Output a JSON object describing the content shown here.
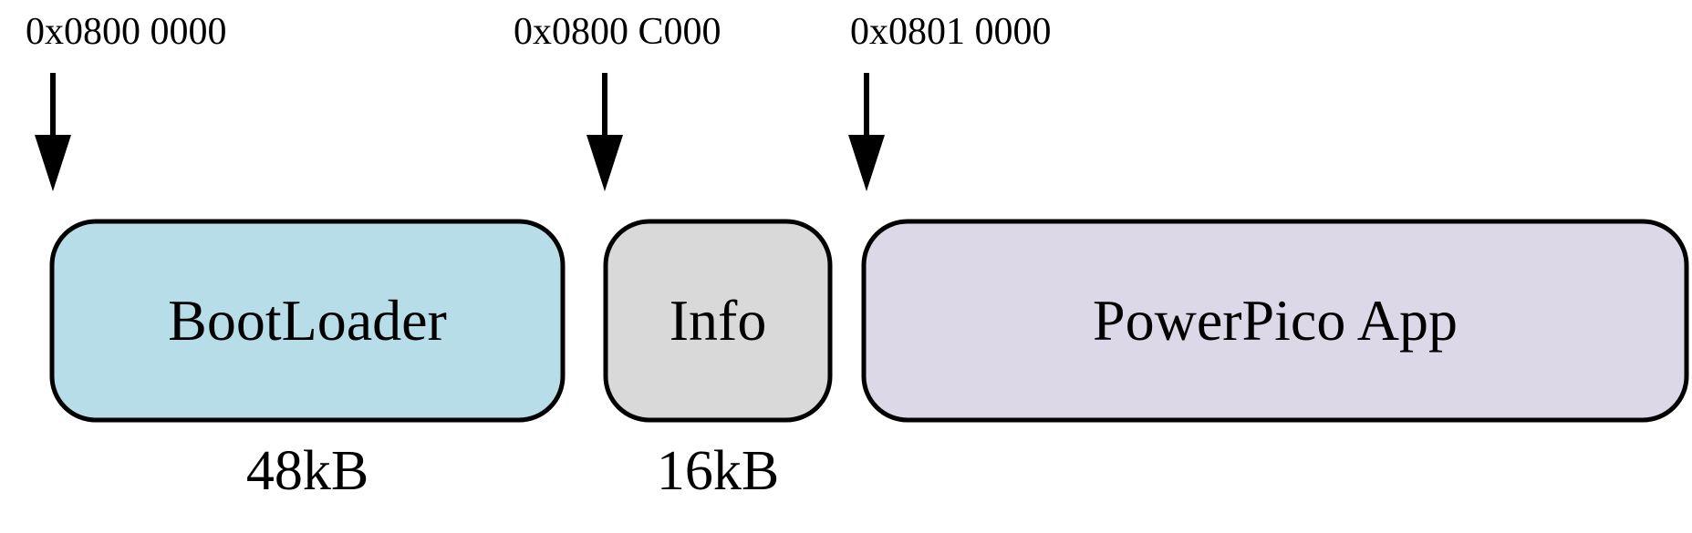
{
  "markers": [
    {
      "address": "0x0800 0000"
    },
    {
      "address": "0x0800 C000"
    },
    {
      "address": "0x0801 0000"
    }
  ],
  "blocks": [
    {
      "label": "BootLoader",
      "size": "48kB",
      "color": "#b7dee8"
    },
    {
      "label": "Info",
      "size": "16kB",
      "color": "#d9d9d9"
    },
    {
      "label": "PowerPico App",
      "size": "",
      "color": "#ddd8e8"
    }
  ],
  "colors": {
    "outline": "#000000",
    "text": "#000000"
  },
  "icons": {
    "marker": "down-arrow-icon"
  }
}
